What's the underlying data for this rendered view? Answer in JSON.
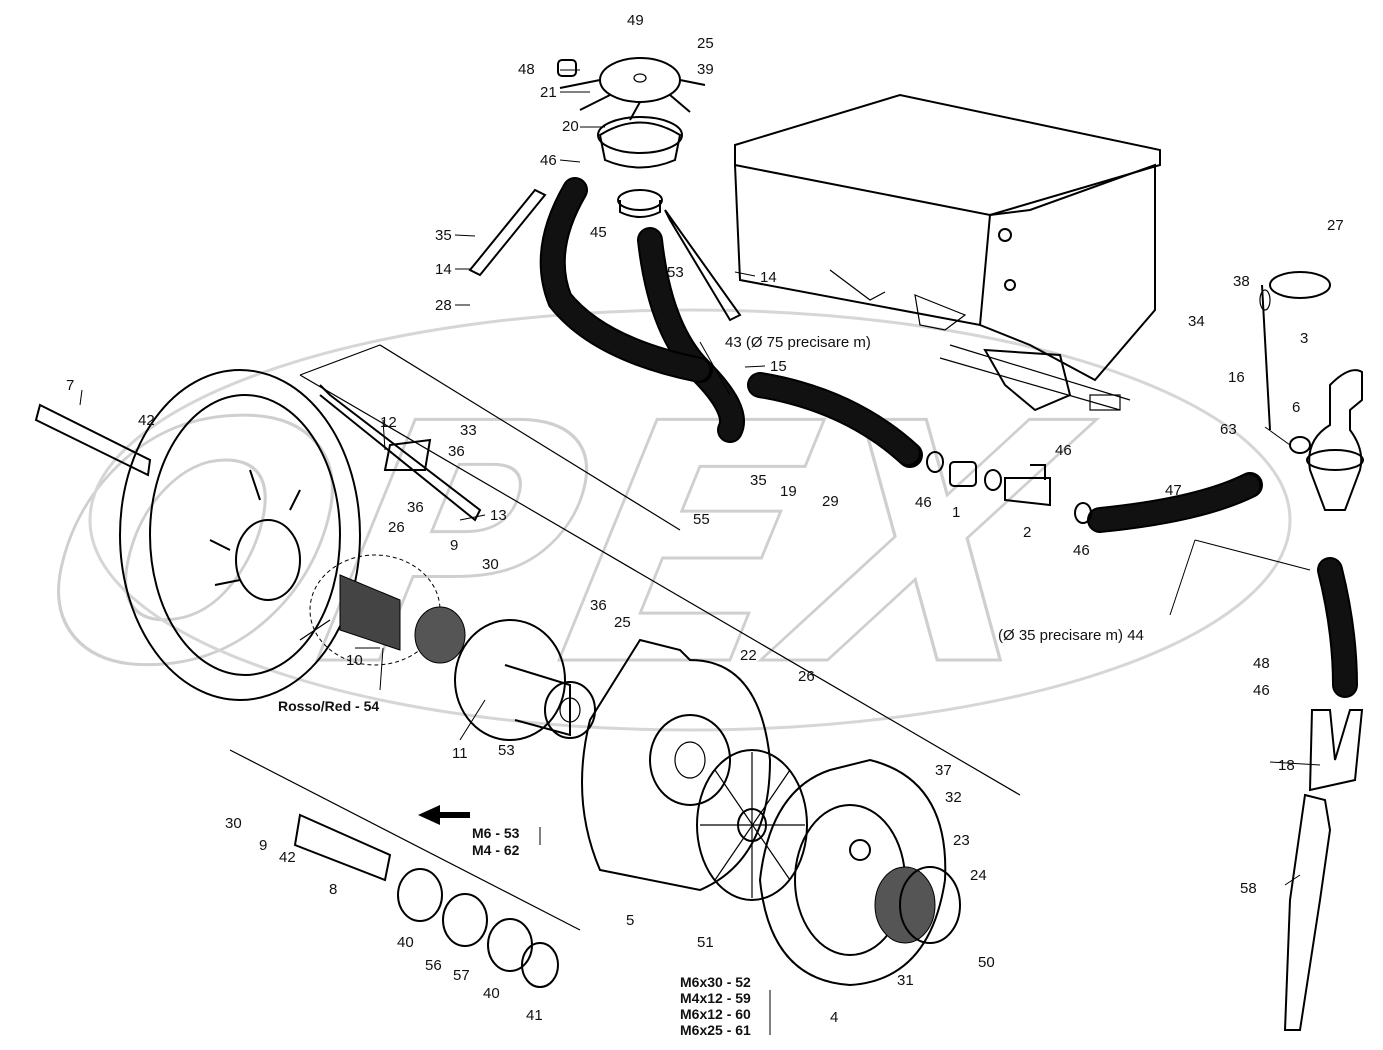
{
  "watermark": "OPEX",
  "annotations": {
    "hose_43": "43 (Ø 75 precisare m)",
    "hose_44": "(Ø 35 precisare m) 44",
    "coupling_54": "Rosso/Red - 54",
    "m6_53": "M6 - 53",
    "m4_62": "M4 - 62",
    "m6x30": "M6x30 - 52",
    "m4x12": "M4x12 - 59",
    "m6x12": "M6x12 - 60",
    "m6x25": "M6x25 - 61"
  },
  "callouts": [
    "49",
    "25",
    "48",
    "39",
    "21",
    "20",
    "46",
    "45",
    "53",
    "14",
    "35",
    "14",
    "28",
    "43",
    "15",
    "27",
    "38",
    "34",
    "3",
    "16",
    "6",
    "63",
    "7",
    "42",
    "12",
    "33",
    "36",
    "36",
    "26",
    "13",
    "55",
    "35",
    "19",
    "29",
    "46",
    "1",
    "2",
    "46",
    "47",
    "46",
    "9",
    "30",
    "10",
    "36",
    "25",
    "22",
    "26",
    "11",
    "53",
    "30",
    "9",
    "42",
    "8",
    "40",
    "56",
    "57",
    "40",
    "41",
    "5",
    "51",
    "37",
    "32",
    "23",
    "24",
    "50",
    "31",
    "4",
    "48",
    "46",
    "18",
    "58",
    "53",
    "62"
  ]
}
